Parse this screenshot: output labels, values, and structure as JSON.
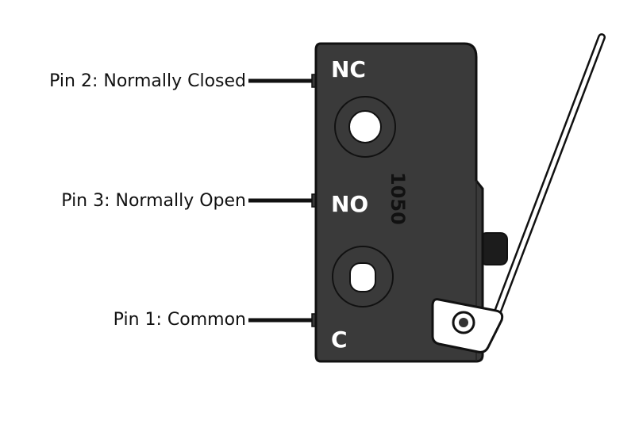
{
  "pins": {
    "nc": {
      "label": "Pin 2: Normally Closed",
      "marking": "NC"
    },
    "no": {
      "label": "Pin 3: Normally Open",
      "marking": "NO"
    },
    "c": {
      "label": "Pin 1: Common",
      "marking": "C"
    }
  },
  "switch": {
    "model_marking": "1050",
    "body_color": "#3a3a3a",
    "outline_color": "#111111",
    "marking_color": "#ffffff"
  }
}
